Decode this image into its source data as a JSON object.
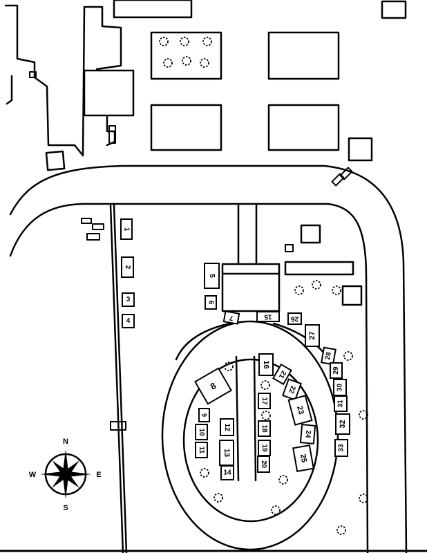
{
  "map": {
    "stroke_color": "#000000",
    "background_color": "#ffffff",
    "compass": {
      "north": "N",
      "south": "S",
      "east": "E",
      "west": "W"
    },
    "lots": [
      {
        "id": "1",
        "label": "1"
      },
      {
        "id": "2",
        "label": "2"
      },
      {
        "id": "3",
        "label": "3"
      },
      {
        "id": "4",
        "label": "4"
      },
      {
        "id": "5",
        "label": "5"
      },
      {
        "id": "6",
        "label": "6"
      },
      {
        "id": "7",
        "label": "7"
      },
      {
        "id": "8",
        "label": "8"
      },
      {
        "id": "9",
        "label": "9"
      },
      {
        "id": "10",
        "label": "10"
      },
      {
        "id": "11",
        "label": "11"
      },
      {
        "id": "12",
        "label": "12"
      },
      {
        "id": "13",
        "label": "13"
      },
      {
        "id": "14",
        "label": "14"
      },
      {
        "id": "15",
        "label": "15"
      },
      {
        "id": "16",
        "label": "16"
      },
      {
        "id": "17",
        "label": "17"
      },
      {
        "id": "18",
        "label": "18"
      },
      {
        "id": "19",
        "label": "19"
      },
      {
        "id": "20",
        "label": "20"
      },
      {
        "id": "21",
        "label": "21"
      },
      {
        "id": "22",
        "label": "22"
      },
      {
        "id": "23",
        "label": "23"
      },
      {
        "id": "24",
        "label": "24"
      },
      {
        "id": "25",
        "label": "25"
      },
      {
        "id": "26",
        "label": "26"
      },
      {
        "id": "27",
        "label": "27"
      },
      {
        "id": "28",
        "label": "28"
      },
      {
        "id": "29",
        "label": "29"
      },
      {
        "id": "30",
        "label": "30"
      },
      {
        "id": "31",
        "label": "31"
      },
      {
        "id": "32",
        "label": "32"
      },
      {
        "id": "33",
        "label": "33"
      }
    ]
  }
}
